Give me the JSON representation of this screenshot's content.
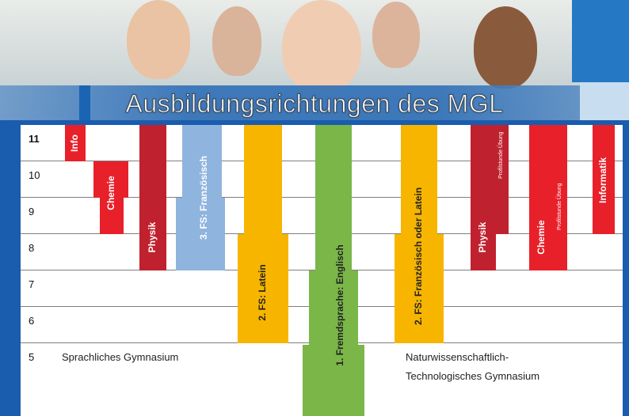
{
  "header": {
    "title": "Ausbildungsrichtungen des MGL"
  },
  "grades": [
    "11",
    "10",
    "9",
    "8",
    "7",
    "6",
    "5"
  ],
  "captions": {
    "left": "Sprachliches Gymnasium",
    "right_line1": "Naturwissenschaftlich-",
    "right_line2": "Technologisches Gymnasium"
  },
  "bars": {
    "info": "Info",
    "chemie_left": "Chemie",
    "physik_left": "Physik",
    "franz3": "3. FS: Französisch",
    "latein2": "2. FS: Latein",
    "englisch1": "1. Fremdsprache: Englisch",
    "franzlatein2": "2. FS: Französisch oder Latein",
    "physik_right": "Physik",
    "profil1": "Profilstunde Übung",
    "chemie_right": "Chemie",
    "profil2": "Profilstunde Übung",
    "informatik": "Informatik"
  },
  "colors": {
    "red_bright": "#e8202a",
    "red_dark": "#c0212e",
    "blue_light": "#8fb4de",
    "orange": "#f7b500",
    "green": "#7ab648",
    "frame_blue": "#1a5cae"
  }
}
